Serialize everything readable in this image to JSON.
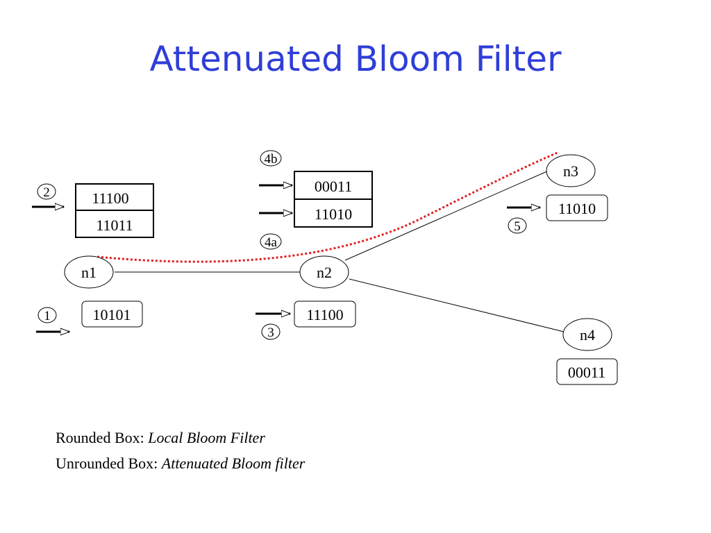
{
  "title": "Attenuated Bloom Filter",
  "diagram": {
    "nodes": [
      "n1",
      "n2",
      "n3",
      "n4"
    ],
    "local_filters": {
      "n1": "10101",
      "n2": "11100",
      "n3": "11010",
      "n4": "00011"
    },
    "attenuated_filters": {
      "n1": [
        "11100",
        "11011"
      ],
      "n2": [
        "00011",
        "11010"
      ]
    },
    "steps": [
      "1",
      "2",
      "3",
      "4a",
      "4b",
      "5"
    ],
    "path_color": "#e02020"
  },
  "legend": {
    "rounded_label": "Rounded Box: ",
    "rounded_value": "Local Bloom Filter",
    "unrounded_label": "Unrounded Box: ",
    "unrounded_value": "Attenuated Bloom filter"
  }
}
